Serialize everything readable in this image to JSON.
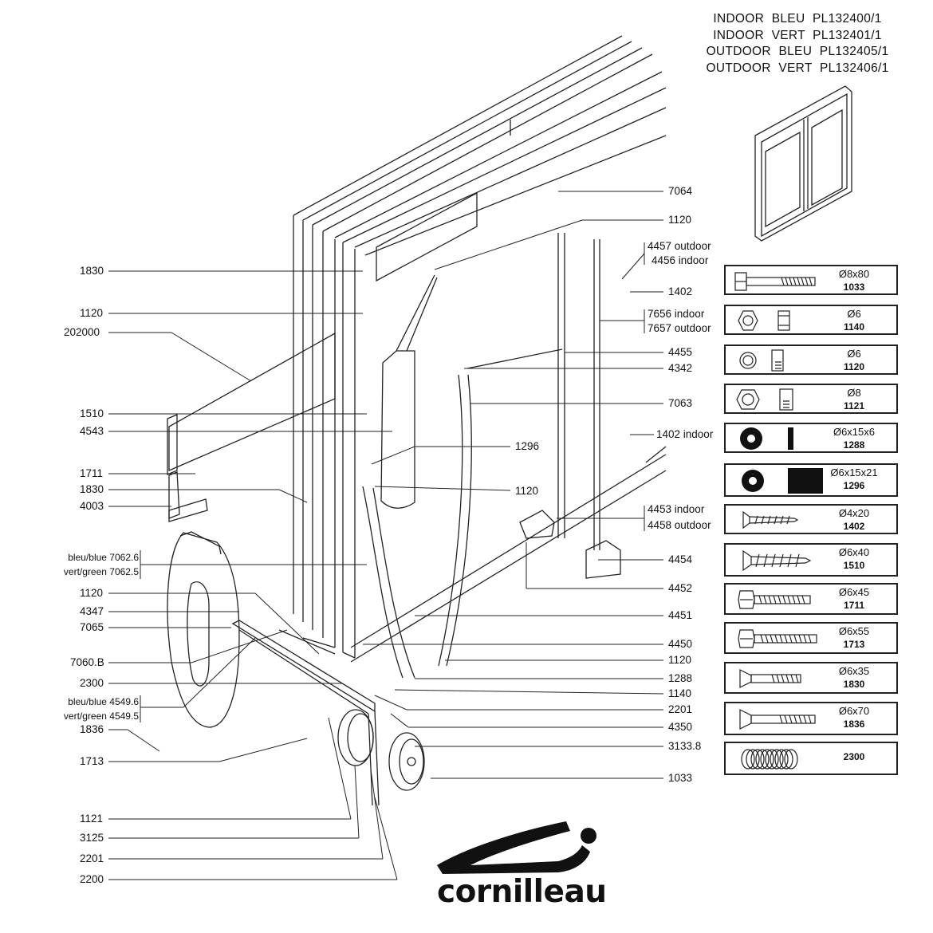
{
  "models": [
    "INDOOR BLEU PL132400/1",
    "INDOOR VERT PL132401/1",
    "OUTDOOR BLEU PL132405/1",
    "OUTDOOR VERT PL132406/1"
  ],
  "left_labels": [
    "1830",
    "1120",
    "202000",
    "1510",
    "4543",
    "1711",
    "1830",
    "4003",
    "bleu/blue 7062.6",
    "vert/green 7062.5",
    "1120",
    "4347",
    "7065",
    "7060.B",
    "2300",
    "bleu/blue 4549.6",
    "vert/green 4549.5",
    "1836",
    "1713",
    "1121",
    "3125",
    "2201",
    "2200"
  ],
  "right_labels": [
    "7064",
    "1120",
    "4457 outdoor",
    "4456 indoor",
    "1402",
    "7656 indoor",
    "7657 outdoor",
    "4455",
    "4342",
    "7063",
    "1402 indoor",
    "4453 indoor",
    "4458 outdoor",
    "4454",
    "4452",
    "4451",
    "4450",
    "1120",
    "1288",
    "1140",
    "2201",
    "4350",
    "3133.8",
    "1033"
  ],
  "center_labels": [
    "1296",
    "1120"
  ],
  "hardware": [
    {
      "size": "Ø8x80",
      "code": "1033",
      "icon": "bolt-icon"
    },
    {
      "size": "Ø6",
      "code": "1140",
      "icon": "nut-icon"
    },
    {
      "size": "Ø6",
      "code": "1120",
      "icon": "lock-nut-icon"
    },
    {
      "size": "Ø8",
      "code": "1121",
      "icon": "lock-nut-icon"
    },
    {
      "size": "Ø6x15x6",
      "code": "1288",
      "icon": "washer-icon"
    },
    {
      "size": "Ø6x15x21",
      "code": "1296",
      "icon": "spacer-icon"
    },
    {
      "size": "Ø4x20",
      "code": "1402",
      "icon": "screw-icon"
    },
    {
      "size": "Ø6x40",
      "code": "1510",
      "icon": "wood-screw-icon"
    },
    {
      "size": "Ø6x45",
      "code": "1711",
      "icon": "hex-bolt-icon"
    },
    {
      "size": "Ø6x55",
      "code": "1713",
      "icon": "hex-bolt-icon"
    },
    {
      "size": "Ø6x35",
      "code": "1830",
      "icon": "countersunk-screw-icon"
    },
    {
      "size": "Ø6x70",
      "code": "1836",
      "icon": "countersunk-screw-icon"
    },
    {
      "size": "",
      "code": "2300",
      "icon": "spring-icon"
    }
  ],
  "brand": "cornilleau"
}
